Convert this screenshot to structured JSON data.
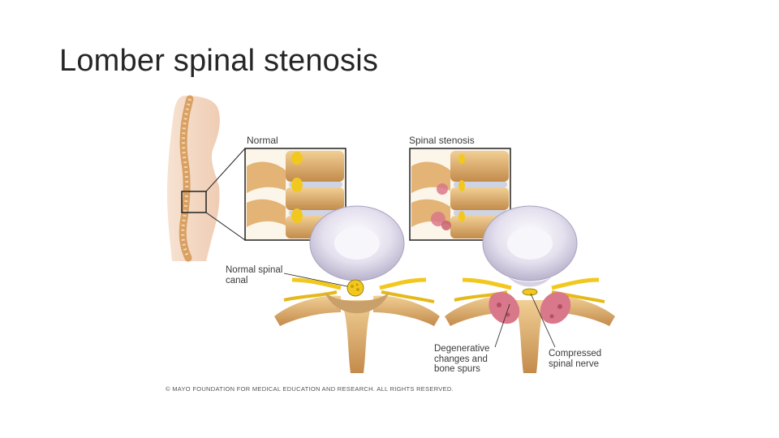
{
  "slide": {
    "title": "Lomber spinal stenosis"
  },
  "figure": {
    "label_normal": "Normal",
    "label_stenosis": "Spinal stenosis",
    "normal_canal_line1": "Normal spinal",
    "normal_canal_line2": "canal",
    "degenerative_line1": "Degenerative",
    "degenerative_line2": "changes and",
    "degenerative_line3": "bone spurs",
    "compressed_line1": "Compressed",
    "compressed_line2": "spinal nerve",
    "copyright": "© MAYO FOUNDATION FOR MEDICAL EDUCATION AND RESEARCH. ALL RIGHTS RESERVED."
  },
  "colors": {
    "bone": "#d9a867",
    "disc": "#e6e3ef",
    "nerve": "#f2c81e",
    "skin": "#f5dcc8",
    "spur": "#d9788a"
  }
}
